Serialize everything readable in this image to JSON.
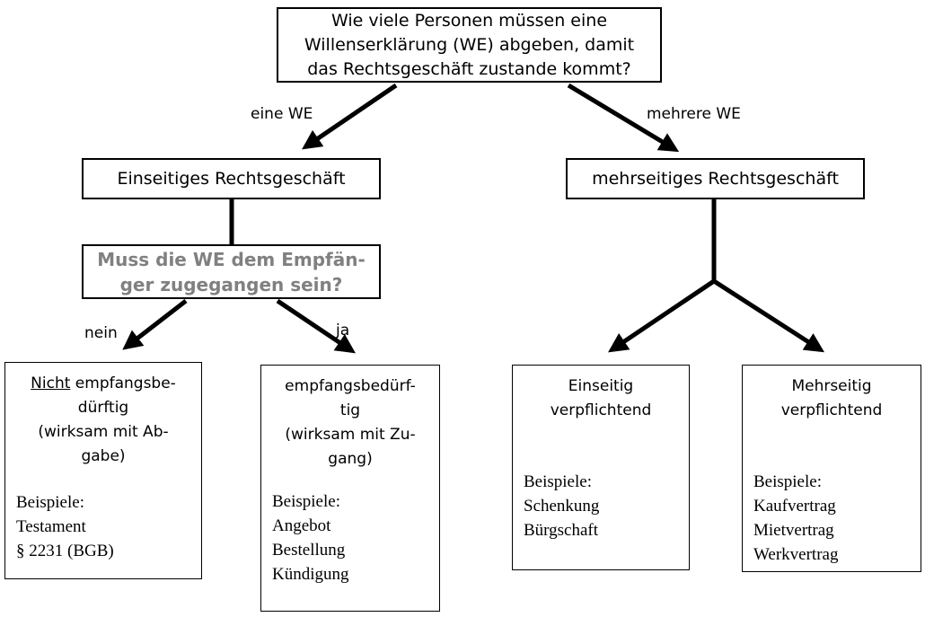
{
  "colors": {
    "background": "#ffffff",
    "line": "#000000",
    "border": "#000000",
    "gray_question_text": "#808080"
  },
  "root": {
    "question_lines": [
      "Wie viele Personen müssen eine",
      "Willenserklärung (WE) abgeben, damit",
      "das Rechtsgeschäft zustande kommt?"
    ]
  },
  "branch_labels": {
    "left": "eine WE",
    "right": "mehrere WE"
  },
  "level2": {
    "left": "Einseitiges Rechtsgeschäft",
    "right": "mehrseitiges Rechtsgeschäft"
  },
  "sub_question": {
    "lines": [
      "Muss die WE dem Empfän-",
      "ger zugegangen sein?"
    ],
    "answer_no": "nein",
    "answer_yes": "ja"
  },
  "leaves": [
    {
      "title_prefix_underlined": "Nicht",
      "title_prefix_rest": " empfangsbe-",
      "title_lines": [
        "dürftig",
        "(wirksam mit Ab-",
        "gabe)"
      ],
      "examples_label": "Beispiele:",
      "examples": [
        "Testament",
        "§ 2231 (BGB)"
      ]
    },
    {
      "title_lines": [
        "empfangsbedürf-",
        "tig",
        "(wirksam mit Zu-",
        "gang)"
      ],
      "examples_label": "Beispiele:",
      "examples": [
        "Angebot",
        "Bestellung",
        "Kündigung"
      ]
    },
    {
      "title_lines": [
        "Einseitig",
        "verpflichtend"
      ],
      "examples_label": "Beispiele:",
      "examples": [
        "Schenkung",
        "Bürgschaft"
      ]
    },
    {
      "title_lines": [
        "Mehrseitig",
        "verpflichtend"
      ],
      "examples_label": "Beispiele:",
      "examples": [
        "Kaufvertrag",
        "Mietvertrag",
        "Werkvertrag"
      ]
    }
  ]
}
